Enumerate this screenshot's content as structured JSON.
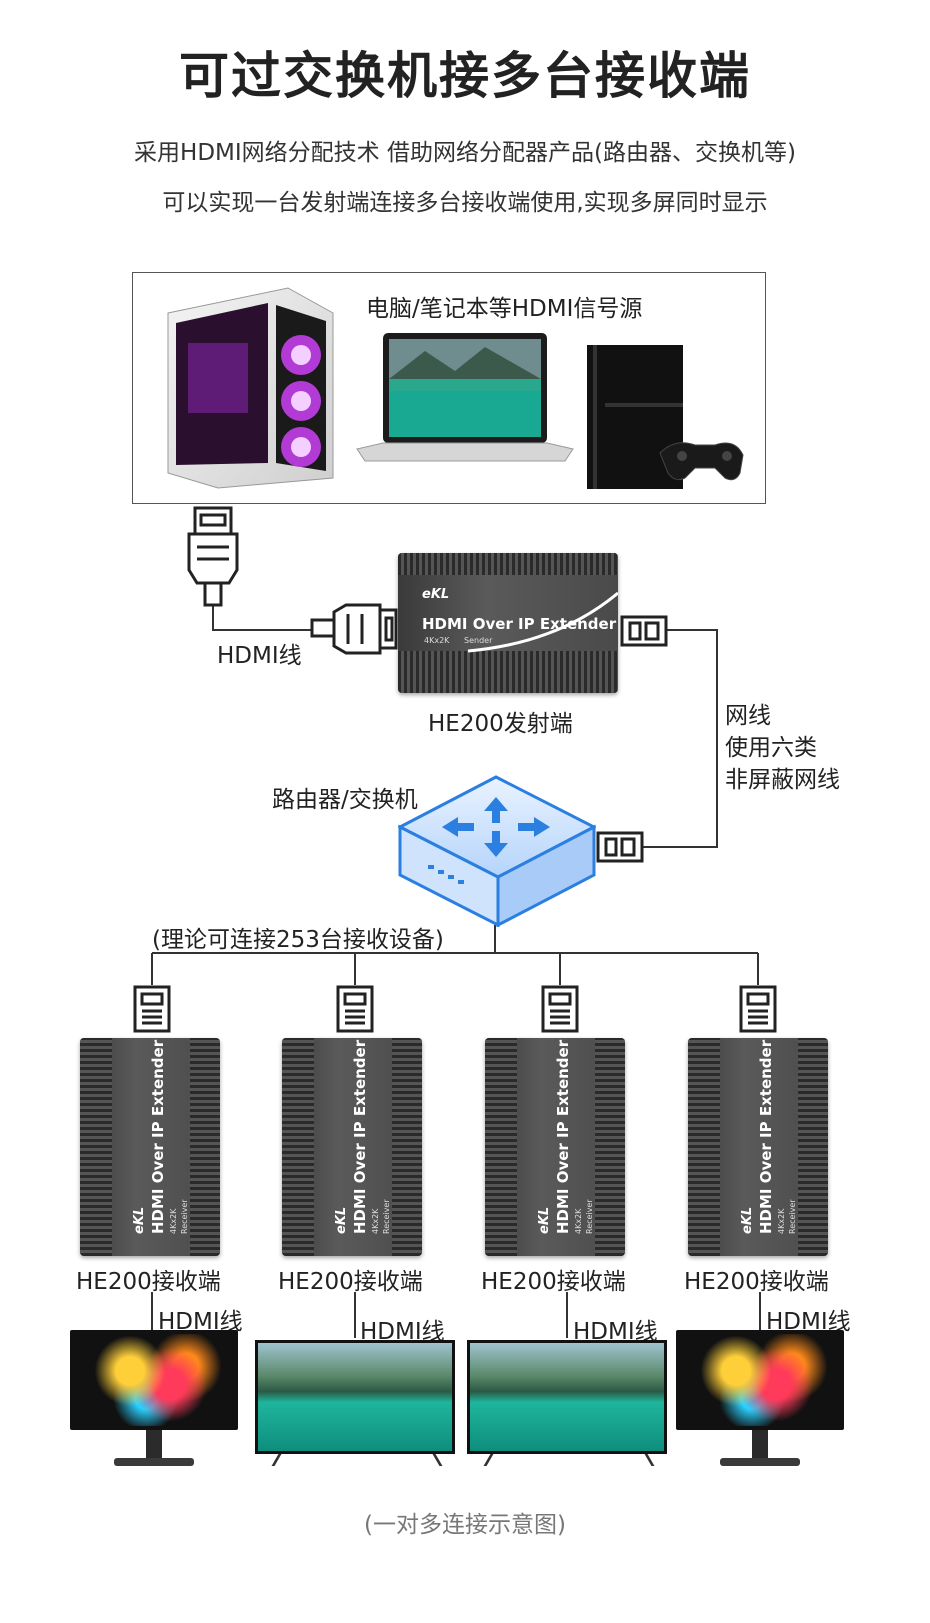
{
  "title": "可过交换机接多台接收端",
  "subtitle_line1": "采用HDMI网络分配技术  借助网络分配器产品(路由器、交换机等)",
  "subtitle_line2": "可以实现一台发射端连接多台接收端使用,实现多屏同时显示",
  "sources_label": "电脑/笔记本等HDMI信号源",
  "hdmi_cable_label": "HDMI线",
  "transmitter": {
    "brand": "eKL",
    "product_name": "HDMI Over IP Extender",
    "spec": "4Kx2K",
    "role": "Sender",
    "label": "HE200发射端"
  },
  "network_cable_label": [
    "网线",
    "使用六类",
    "非屏蔽网线"
  ],
  "switch_label": "路由器/交换机",
  "capacity_note": "(理论可连接253台接收设备)",
  "receivers": [
    {
      "brand": "eKL",
      "product_name": "HDMI Over IP Extender",
      "spec": "4Kx2K",
      "role": "Receiver",
      "label": "HE200接收端",
      "cable_label": "HDMI线",
      "display": "monitor"
    },
    {
      "brand": "eKL",
      "product_name": "HDMI Over IP Extender",
      "spec": "4Kx2K",
      "role": "Receiver",
      "label": "HE200接收端",
      "cable_label": "HDMI线",
      "display": "tv"
    },
    {
      "brand": "eKL",
      "product_name": "HDMI Over IP Extender",
      "spec": "4Kx2K",
      "role": "Receiver",
      "label": "HE200接收端",
      "cable_label": "HDMI线",
      "display": "tv"
    },
    {
      "brand": "eKL",
      "product_name": "HDMI Over IP Extender",
      "spec": "4Kx2K",
      "role": "Receiver",
      "label": "HE200接收端",
      "cable_label": "HDMI线",
      "display": "monitor"
    }
  ],
  "footer": "(一对多连接示意图)",
  "colors": {
    "switch_blue": "#2a7fe0",
    "line": "#333333",
    "device_grey": "#4a4a4a"
  }
}
